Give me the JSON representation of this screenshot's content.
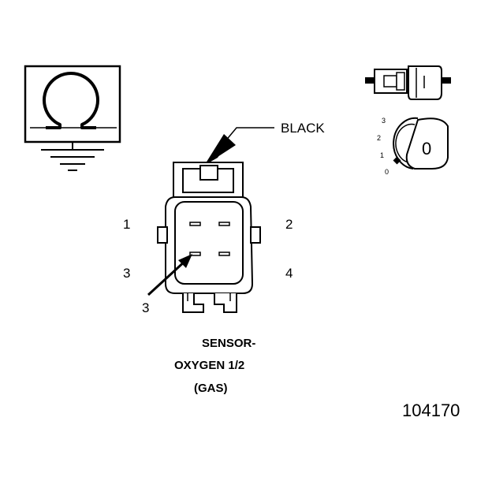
{
  "wire_color": "BLACK",
  "pins": {
    "p1": "1",
    "p2": "2",
    "p3": "3",
    "p4": "4"
  },
  "callout": "3",
  "caption": [
    "SENSOR-",
    "OXYGEN 1/2",
    "(GAS)"
  ],
  "figure_number": "104170",
  "meter_symbol": "Ω",
  "dial": {
    "scale": [
      "3",
      "2",
      "1",
      "0"
    ],
    "reading": "0"
  }
}
